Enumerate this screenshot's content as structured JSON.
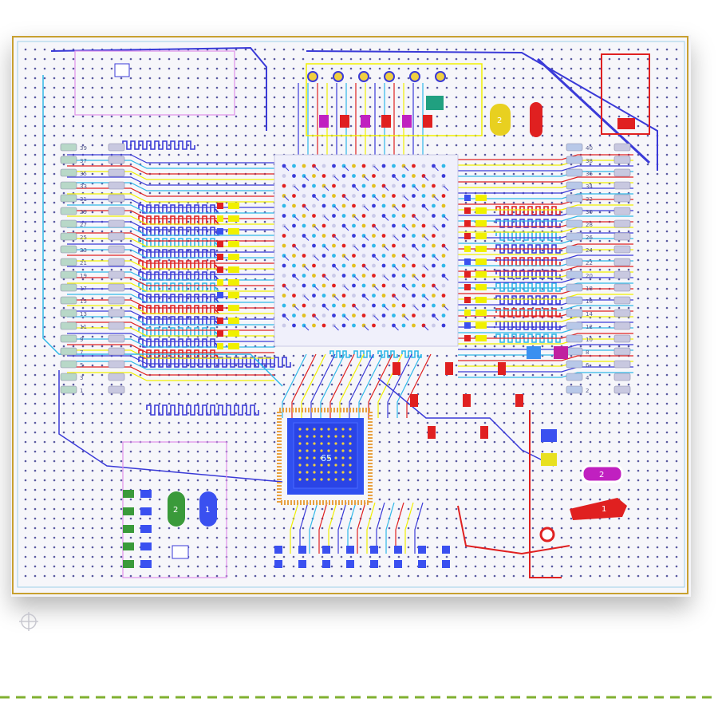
{
  "diagram": {
    "kind": "pcb-layout",
    "main_chip_label": "65",
    "part_labels": {
      "oval_top_right": "2",
      "oval_left_green": "2",
      "oval_left_blue": "1",
      "crystal_right": "2",
      "pad_right": "1"
    },
    "left_connector_pins": [
      "39",
      "37",
      "35",
      "33",
      "31",
      "29",
      "27",
      "25",
      "23",
      "21",
      "19",
      "17",
      "15",
      "13",
      "11",
      "9",
      "7",
      "5",
      "3",
      "1"
    ],
    "right_connector_pins": [
      "40",
      "38",
      "36",
      "34",
      "32",
      "30",
      "28",
      "26",
      "24",
      "22",
      "20",
      "18",
      "16",
      "14",
      "12",
      "10",
      "8",
      "6",
      "4",
      "2"
    ],
    "colors": {
      "board_outline": "#c8a030",
      "board_background": "#f4f4f8",
      "trace_blue": "#3a3ad8",
      "trace_cyan": "#30b8e8",
      "trace_red": "#e02020",
      "trace_yellow": "#f0f000",
      "silkscreen_pink": "#e090e8",
      "via_dot": "#5a5aa0",
      "chip_body": "#3050f0",
      "divider_green": "#80b030"
    }
  }
}
